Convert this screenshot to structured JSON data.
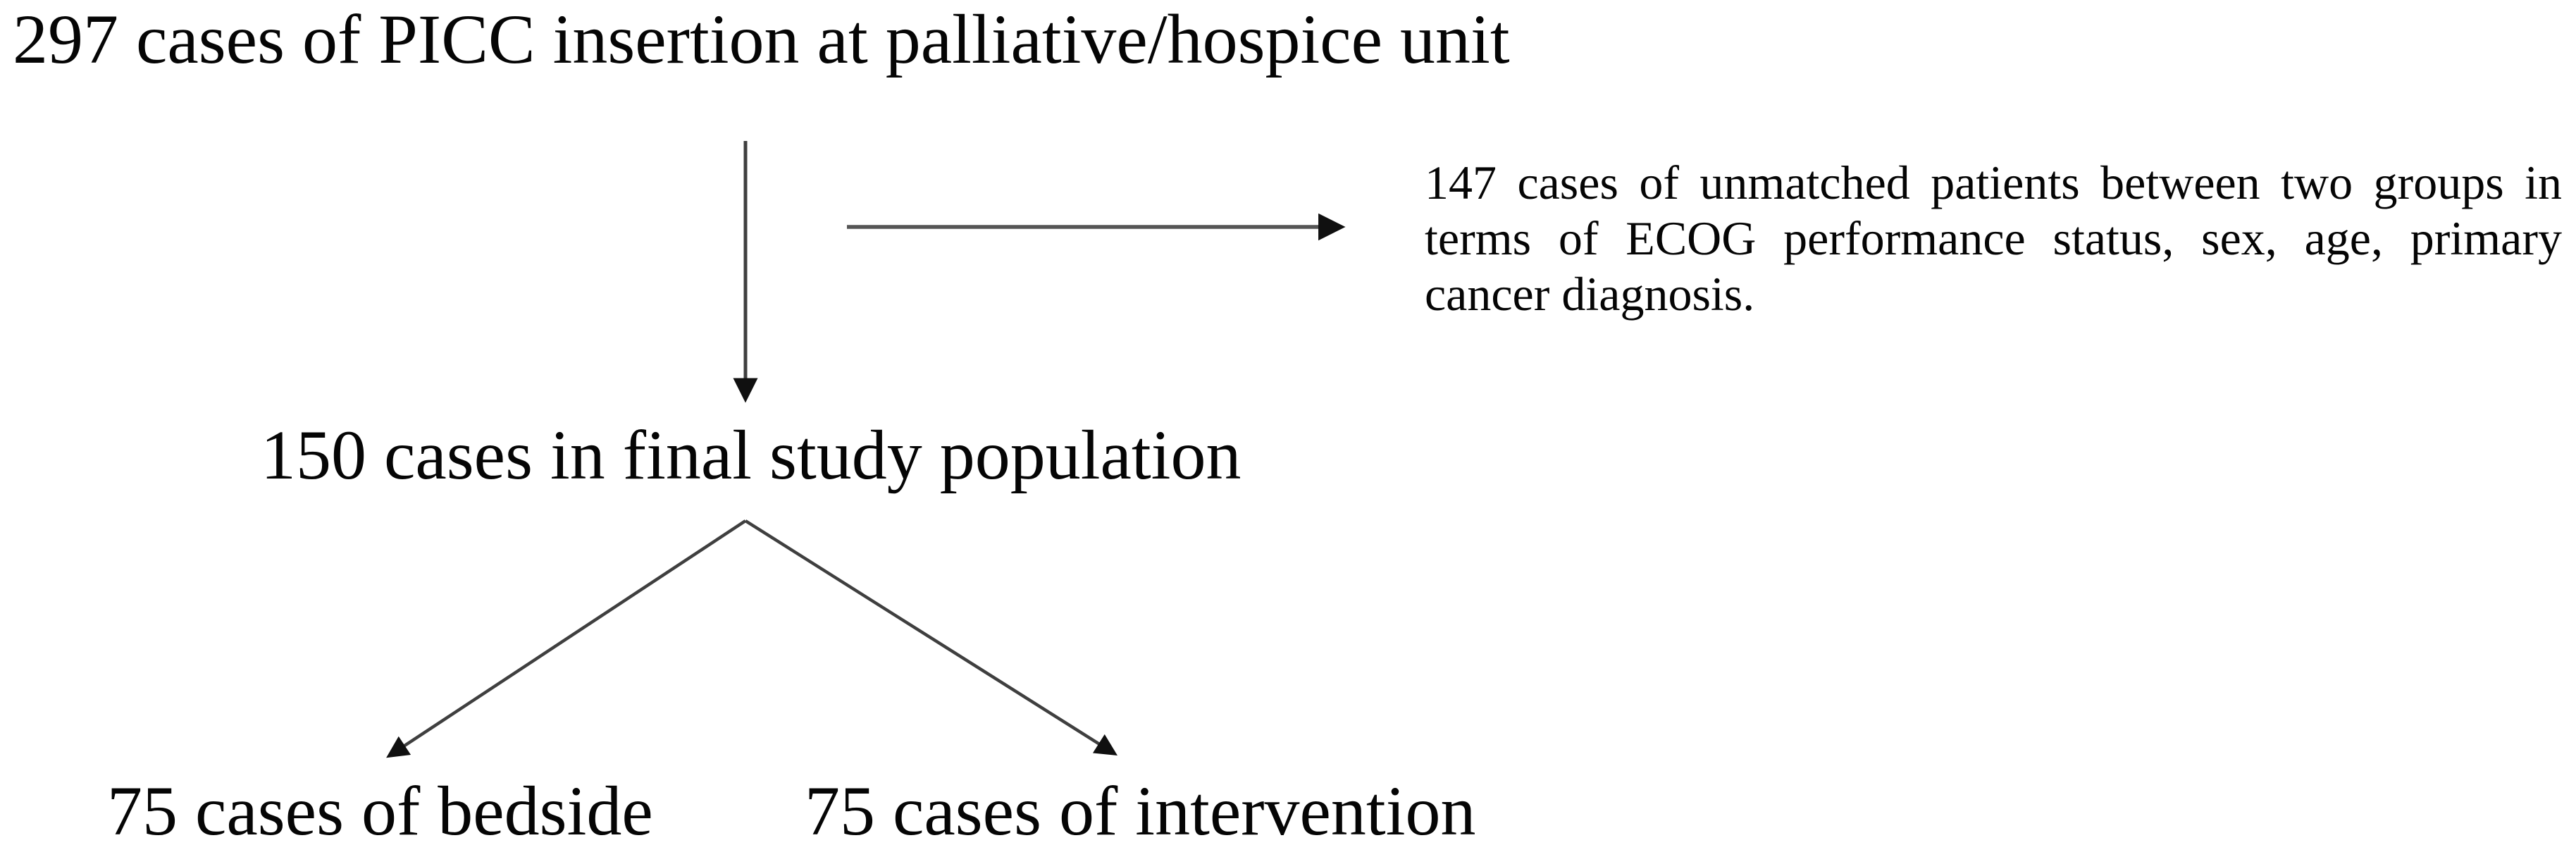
{
  "colors": {
    "bg": "#ffffff",
    "text": "#050505",
    "line": "#3f3f3f",
    "line_secondary": "#555555",
    "head": "#101010"
  },
  "nodes": {
    "total": "297 cases of PICC insertion at palliative/hospice unit",
    "final": "150 cases in final study population",
    "bedside": "75 cases of bedside",
    "intervention": "75 cases of intervention"
  },
  "exclusion_note": {
    "lines": [
      "147 cases of unmatched patients between two groups in",
      "terms of ECOG performance status, sex, age, primary",
      "cancer diagnosis."
    ]
  },
  "arrows": [
    {
      "name": "arrow-total-to-final",
      "direction": "down"
    },
    {
      "name": "arrow-to-exclusion-note",
      "direction": "right"
    },
    {
      "name": "arrow-final-to-bedside",
      "direction": "down-left"
    },
    {
      "name": "arrow-final-to-intervention",
      "direction": "down-right"
    }
  ]
}
